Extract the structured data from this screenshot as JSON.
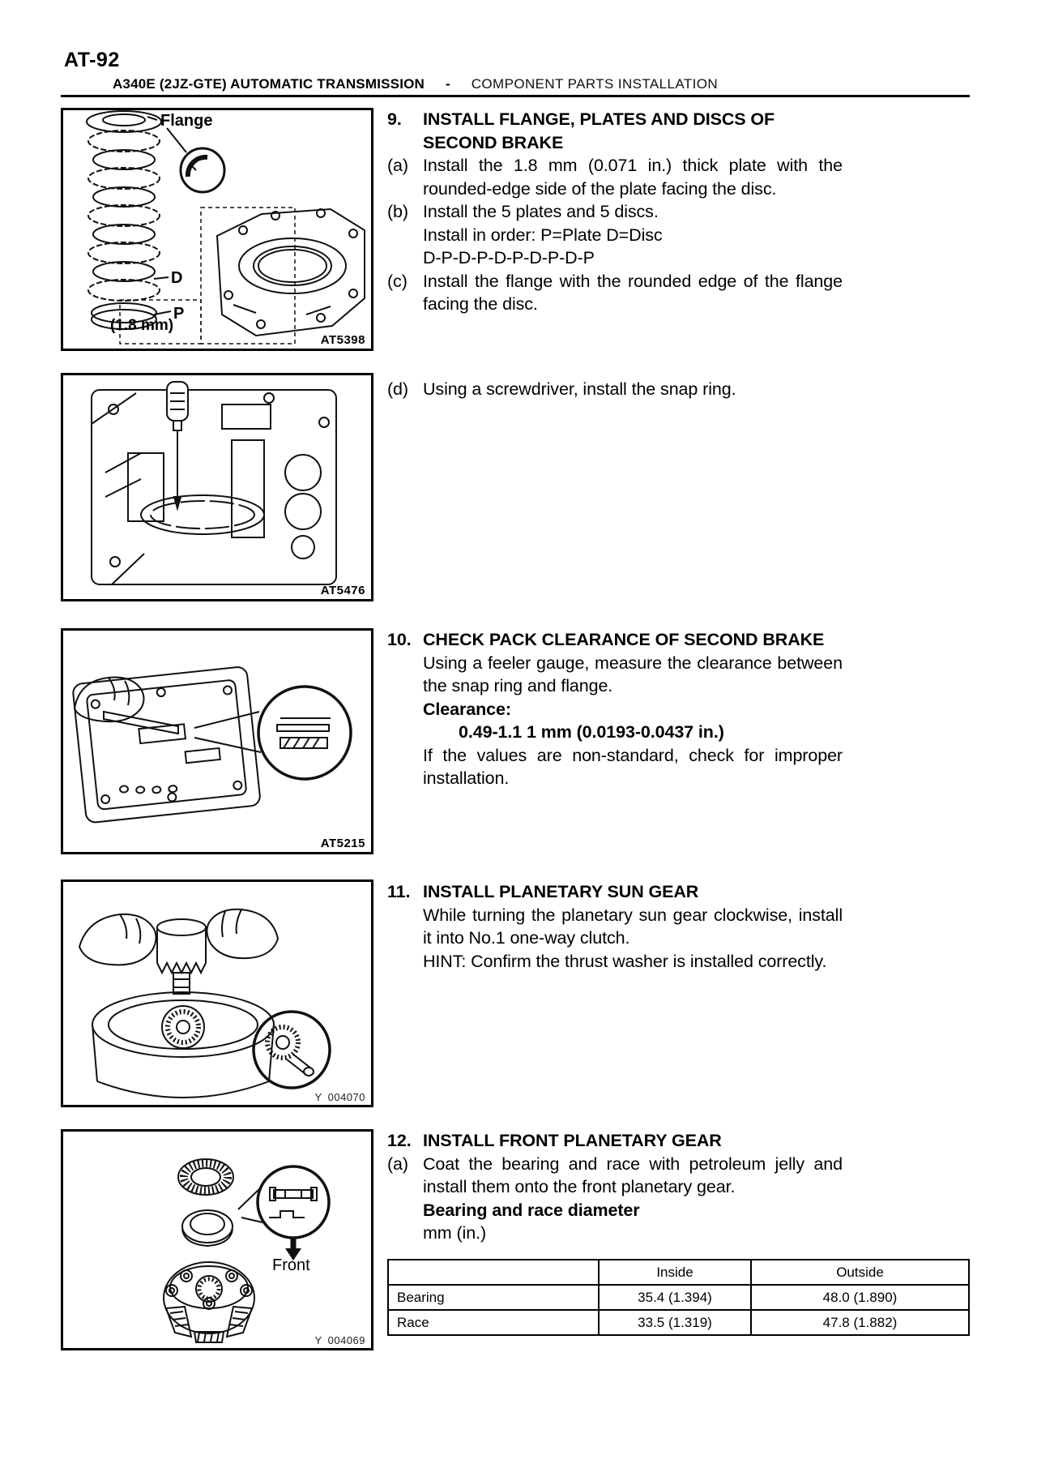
{
  "page": {
    "number": "AT-92",
    "header": {
      "left": "A340E (2JZ-GTE)  AUTOMATIC TRANSMISSION",
      "separator": "-",
      "right": "COMPONENT PARTS INSTALLATION"
    }
  },
  "figures": {
    "fig1": {
      "code": "AT5398",
      "label_flange": "Flange",
      "label_d": "D",
      "label_p": "P",
      "label_mm": "(1.8 mm)"
    },
    "fig2": {
      "code": "AT5476"
    },
    "fig3": {
      "code": "AT5215"
    },
    "fig4": {
      "code_prefix": "Y",
      "code": "004070"
    },
    "fig5": {
      "code_prefix": "Y",
      "code": "004069",
      "label_front": "Front"
    }
  },
  "section9": {
    "number": "9.",
    "title": "INSTALL FLANGE, PLATES AND DISCS OF SECOND BRAKE",
    "item_a_label": "(a)",
    "item_a_text": "Install the 1.8 mm (0.071 in.) thick plate with the rounded-edge side of the plate facing the disc.",
    "item_b_label": "(b)",
    "item_b_line1": "Install the 5 plates and 5 discs.",
    "item_b_line2": "Install in order: P=Plate D=Disc",
    "item_b_line3": "D-P-D-P-D-P-D-P-D-P",
    "item_c_label": "(c)",
    "item_c_text": "Install the flange with the rounded edge of the flange facing the disc.",
    "item_d_label": "(d)",
    "item_d_text": "Using a screwdriver, install the snap ring."
  },
  "section10": {
    "number": "10.",
    "title": "CHECK PACK CLEARANCE OF SECOND BRAKE",
    "body": "Using a feeler gauge, measure the clearance between the snap ring and flange.",
    "clearance_label": "Clearance:",
    "clearance_value": "0.49-1.1 1 mm (0.0193-0.0437 in.)",
    "note": "If the values are non-standard, check for improper installation."
  },
  "section11": {
    "number": "11.",
    "title": "INSTALL PLANETARY SUN GEAR",
    "body": "While turning the planetary sun gear clockwise, install it into No.1 one-way clutch.",
    "hint": "HINT: Confirm the thrust washer is installed correctly."
  },
  "section12": {
    "number": "12.",
    "title": "INSTALL FRONT PLANETARY GEAR",
    "item_a_label": "(a)",
    "item_a_text": "Coat the bearing and race with petroleum jelly and install them onto the front planetary gear.",
    "spec_title": "Bearing and race diameter",
    "unit": "mm (in.)"
  },
  "spec_table": {
    "headers": [
      "",
      "Inside",
      "Outside"
    ],
    "rows": [
      {
        "name": "Bearing",
        "inside": "35.4 (1.394)",
        "outside": "48.0 (1.890)"
      },
      {
        "name": "Race",
        "inside": "33.5 (1.319)",
        "outside": "47.8 (1.882)"
      }
    ]
  }
}
